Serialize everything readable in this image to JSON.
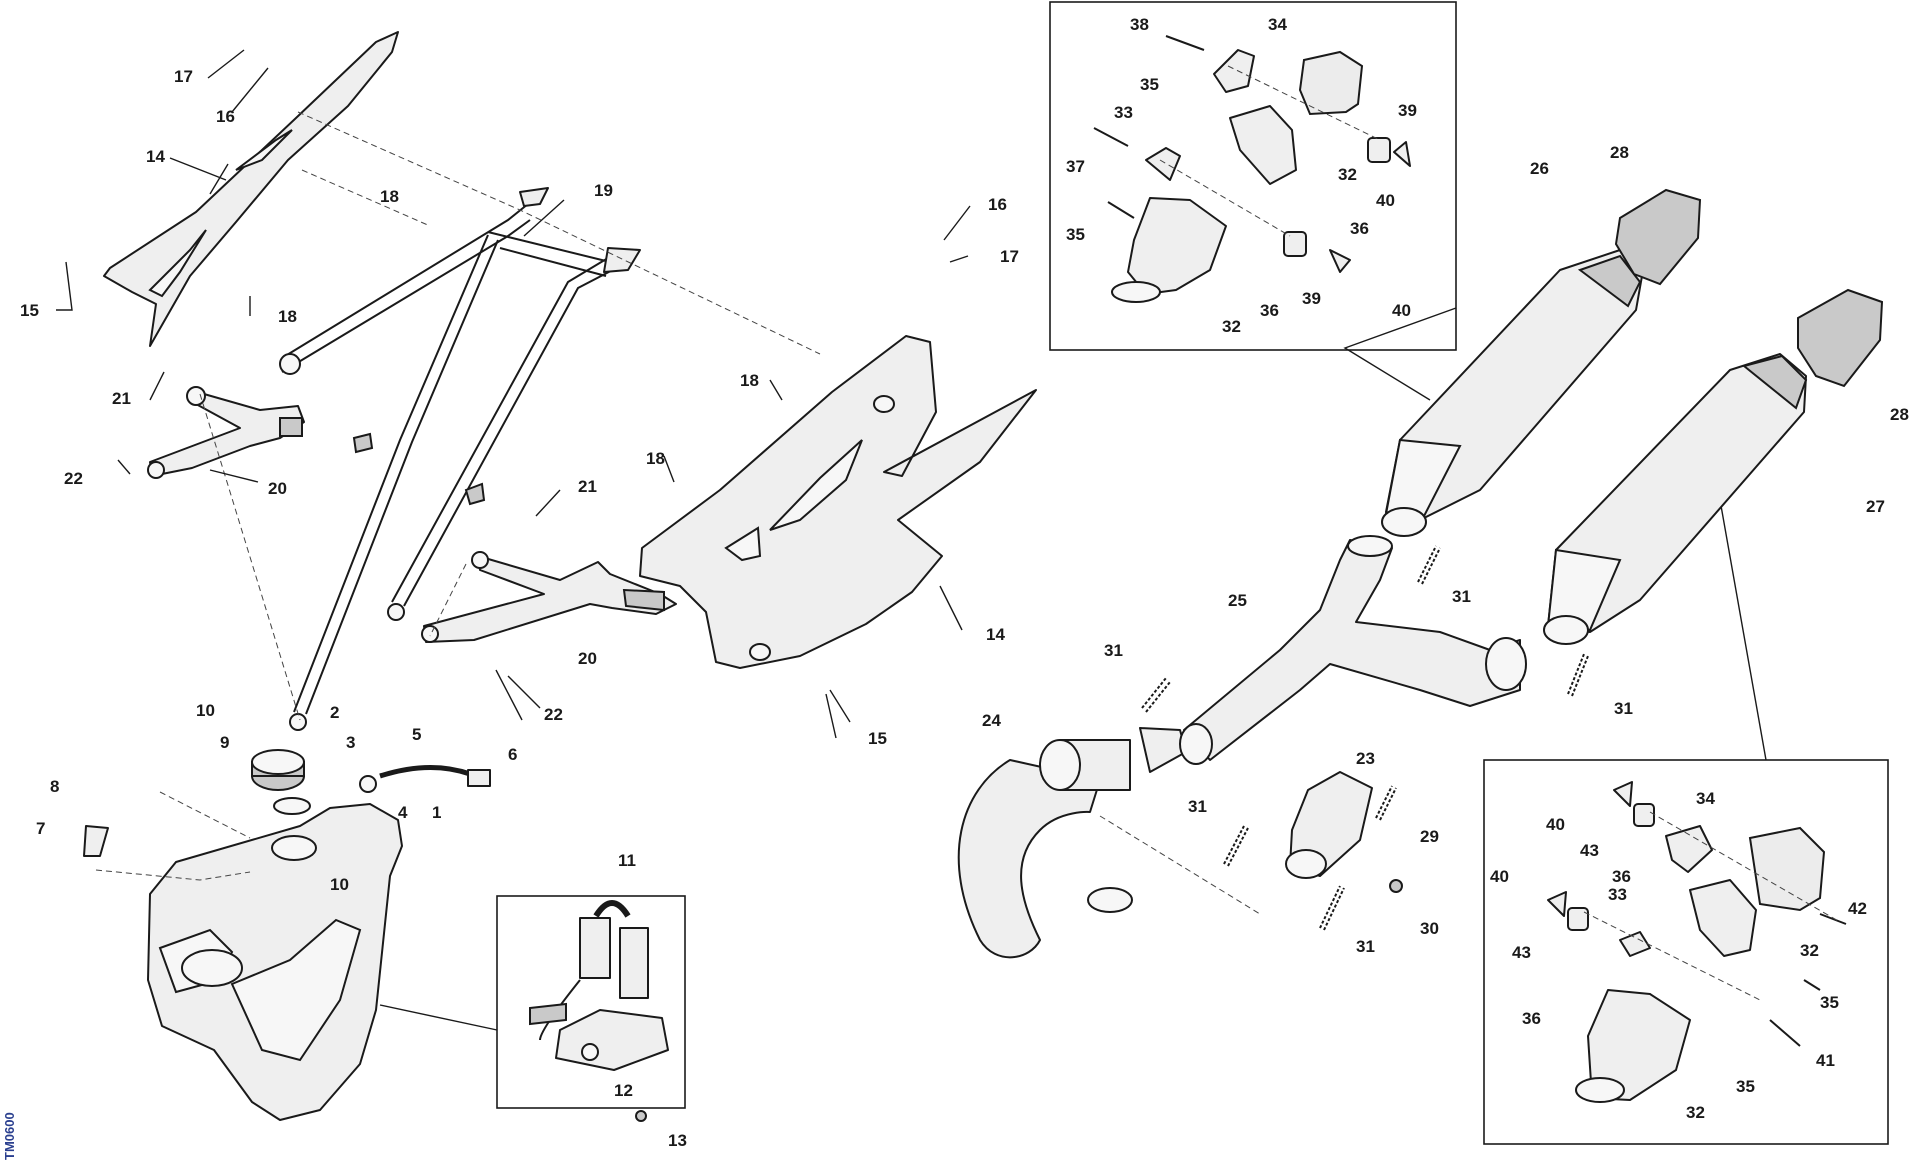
{
  "drawing": {
    "code": "TM0600"
  },
  "callouts": {
    "c1": "1",
    "c2": "2",
    "c3": "3",
    "c4": "4",
    "c5": "5",
    "c6": "6",
    "c7": "7",
    "c8": "8",
    "c9": "9",
    "c10a": "10",
    "c10b": "10",
    "c11": "11",
    "c12": "12",
    "c13": "13",
    "c14a": "14",
    "c14b": "14",
    "c15a": "15",
    "c15b": "15",
    "c16a": "16",
    "c16b": "16",
    "c17a": "17",
    "c17b": "17",
    "c18a": "18",
    "c18b": "18",
    "c18c": "18",
    "c18d": "18",
    "c19": "19",
    "c20a": "20",
    "c20b": "20",
    "c21a": "21",
    "c21b": "21",
    "c22a": "22",
    "c22b": "22",
    "c23": "23",
    "c24": "24",
    "c25": "25",
    "c26": "26",
    "c27": "27",
    "c28a": "28",
    "c28b": "28",
    "c29": "29",
    "c30": "30",
    "c31a": "31",
    "c31b": "31",
    "c31c": "31",
    "c31d": "31",
    "c31e": "31",
    "c32a": "32",
    "c32b": "32",
    "c32c": "32",
    "c32d": "32",
    "c33a": "33",
    "c33b": "33",
    "c34a": "34",
    "c34b": "34",
    "c35a": "35",
    "c35b": "35",
    "c35c": "35",
    "c35d": "35",
    "c36a": "36",
    "c36b": "36",
    "c36c": "36",
    "c36d": "36",
    "c37": "37",
    "c38": "38",
    "c39a": "39",
    "c39b": "39",
    "c40a": "40",
    "c40b": "40",
    "c40c": "40",
    "c40d": "40",
    "c41": "41",
    "c42": "42",
    "c43a": "43",
    "c43b": "43"
  }
}
